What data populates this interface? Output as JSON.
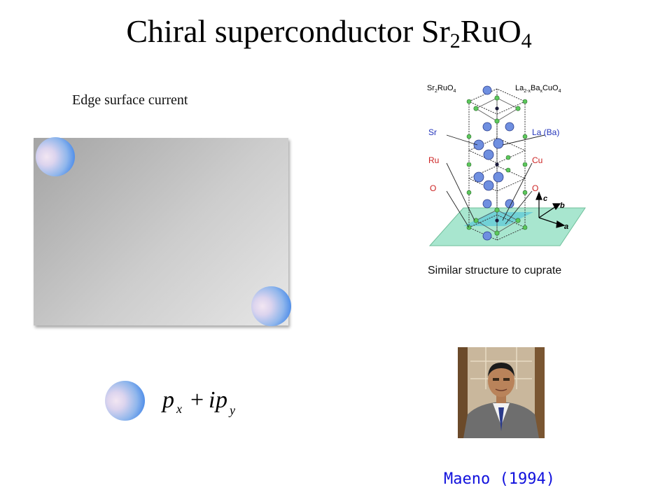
{
  "title": {
    "main": "Chiral superconductor Sr",
    "sub1": "2",
    "mid": "RuO",
    "sub2": "4"
  },
  "edge_label": "Edge surface current",
  "formula": {
    "p1": "p",
    "x": "x",
    "plus": "+",
    "i": "i",
    "p2": "p",
    "y": "y"
  },
  "crystal": {
    "left_formula": "Sr",
    "left_formula_sub1": "2",
    "left_formula_rest": "RuO",
    "left_formula_sub2": "4",
    "right_formula": "La",
    "right_formula_sub1": "2-x",
    "right_formula_mid": "Ba",
    "right_formula_sub2": "x",
    "right_formula_rest": "CuO",
    "right_formula_sub3": "4",
    "label_sr": "Sr",
    "label_ru": "Ru",
    "label_o_left": "O",
    "label_la": "La (Ba)",
    "label_cu": "Cu",
    "label_o_right": "O",
    "axis_c": "c",
    "axis_b": "b",
    "axis_a": "a"
  },
  "caption": "Similar structure to cuprate",
  "maeno": "Maeno (1994)",
  "colors": {
    "sphere_blue": "#1f6fe6",
    "caption_blue": "#1111dd",
    "label_red": "#cc2222",
    "label_blue": "#2233bb",
    "plane_green": "#a8e6cf"
  }
}
